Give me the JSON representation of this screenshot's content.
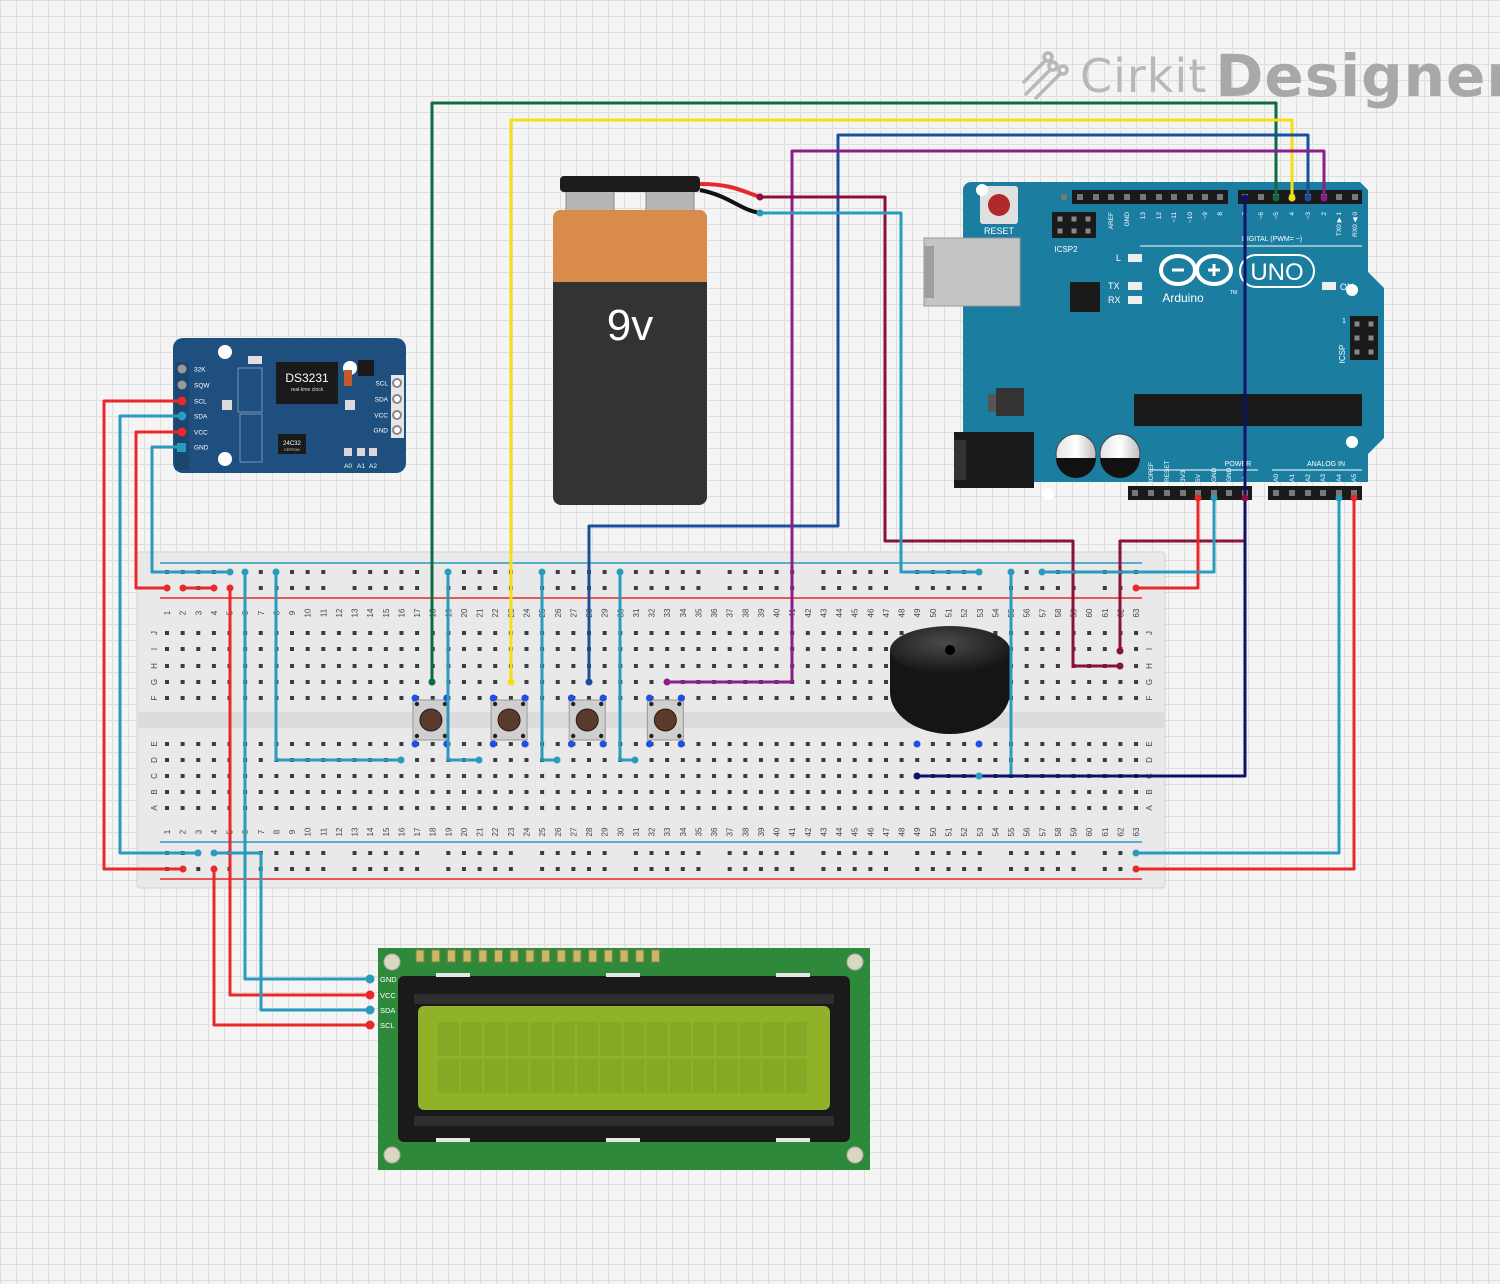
{
  "brand": {
    "name": "Cirkit",
    "product": "Designer"
  },
  "battery": {
    "label": "9v"
  },
  "rtc": {
    "chip": "DS3231",
    "subtitle": "real-time clock",
    "eeprom": "24C32",
    "eeprom_sub": "EEPROM",
    "left_pins": [
      "32K",
      "SQW",
      "SCL",
      "SDA",
      "VCC",
      "GND"
    ],
    "right_pins": [
      "SCL",
      "SDA",
      "VCC",
      "GND"
    ],
    "addr_pins": [
      "A0",
      "A1",
      "A2"
    ]
  },
  "arduino": {
    "reset": "RESET",
    "icsp2": "ICSP2",
    "brand": "Arduino",
    "model": "UNO",
    "tm": "TM",
    "on": "ON",
    "led_l": "L",
    "led_tx": "TX",
    "led_rx": "RX",
    "icsp": "ICSP",
    "icsp_pin1": "1",
    "digital_label": "DIGITAL (PWM= ~)",
    "power_label": "POWER",
    "analog_label": "ANALOG IN",
    "digital_pins": [
      "AREF",
      "GND",
      "13",
      "12",
      "~11",
      "~10",
      "~9",
      "8",
      "7",
      "~6",
      "~5",
      "4",
      "~3",
      "2",
      "TX0 ▶ 1",
      "RX0 ◀ 0"
    ],
    "power_pins": [
      "IOREF",
      "RESET",
      "3V3",
      "5V",
      "GND",
      "GND",
      "Vin"
    ],
    "analog_pins": [
      "A0",
      "A1",
      "A2",
      "A3",
      "A4",
      "A5"
    ]
  },
  "breadboard": {
    "columns": 63,
    "row_letters_top": [
      "J",
      "I",
      "H",
      "G",
      "F"
    ],
    "row_letters_bottom": [
      "E",
      "D",
      "C",
      "B",
      "A"
    ]
  },
  "lcd": {
    "pins": [
      "GND",
      "VCC",
      "SDA",
      "SCL"
    ]
  },
  "colors": {
    "red": "#e8282a",
    "teal": "#2a9bbd",
    "green": "#0f6a40",
    "yellow": "#f5de16",
    "blue": "#1a4f9c",
    "purple": "#8c1e8c",
    "navy": "#10106a",
    "maroon": "#8c0f3c",
    "arduino": "#1b7ea0",
    "rtc": "#1e4f7e",
    "lcd_pcb": "#2e8a3a",
    "lcd_screen": "#8fb228"
  }
}
